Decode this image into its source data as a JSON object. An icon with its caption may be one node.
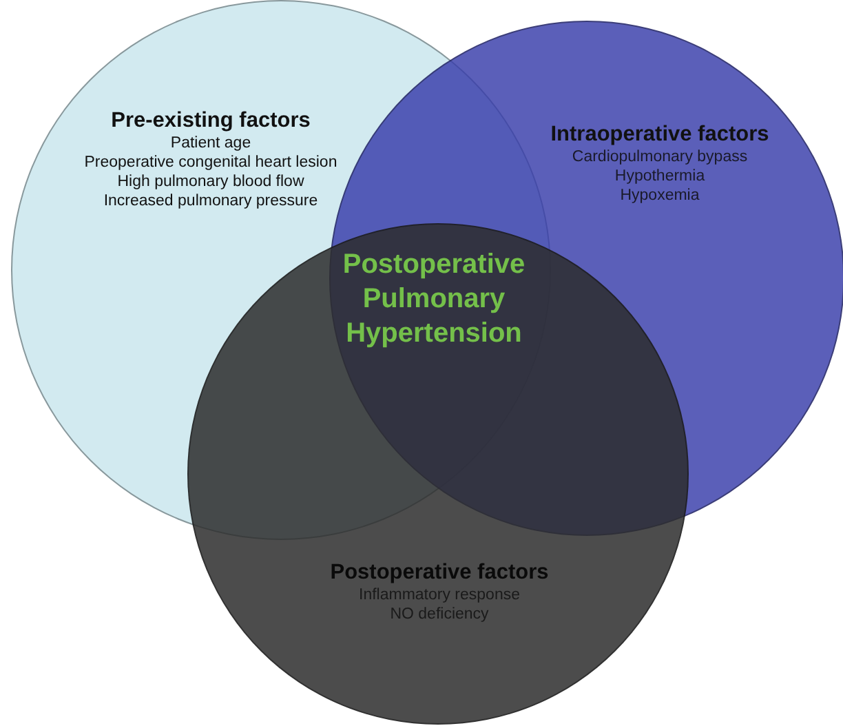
{
  "diagram": {
    "nodes": [
      {
        "text": [
          "Pre-existing factors",
          "Patient age",
          "Preoperative congenital heart lesion",
          "High pulmonary blood flow",
          "Increased pulmonary pressure"
        ]
      },
      {
        "text": [
          "Intraoperative factors",
          "Cardiopulmonary bypass",
          "Hypothermia",
          "Hypoxemia"
        ]
      },
      {
        "text": [
          "Postoperative factors",
          "Inflammatory response",
          "NO deficiency"
        ]
      }
    ],
    "edges": [],
    "labels": [
      "Postoperative Pulmonary Hypertension"
    ]
  }
}
